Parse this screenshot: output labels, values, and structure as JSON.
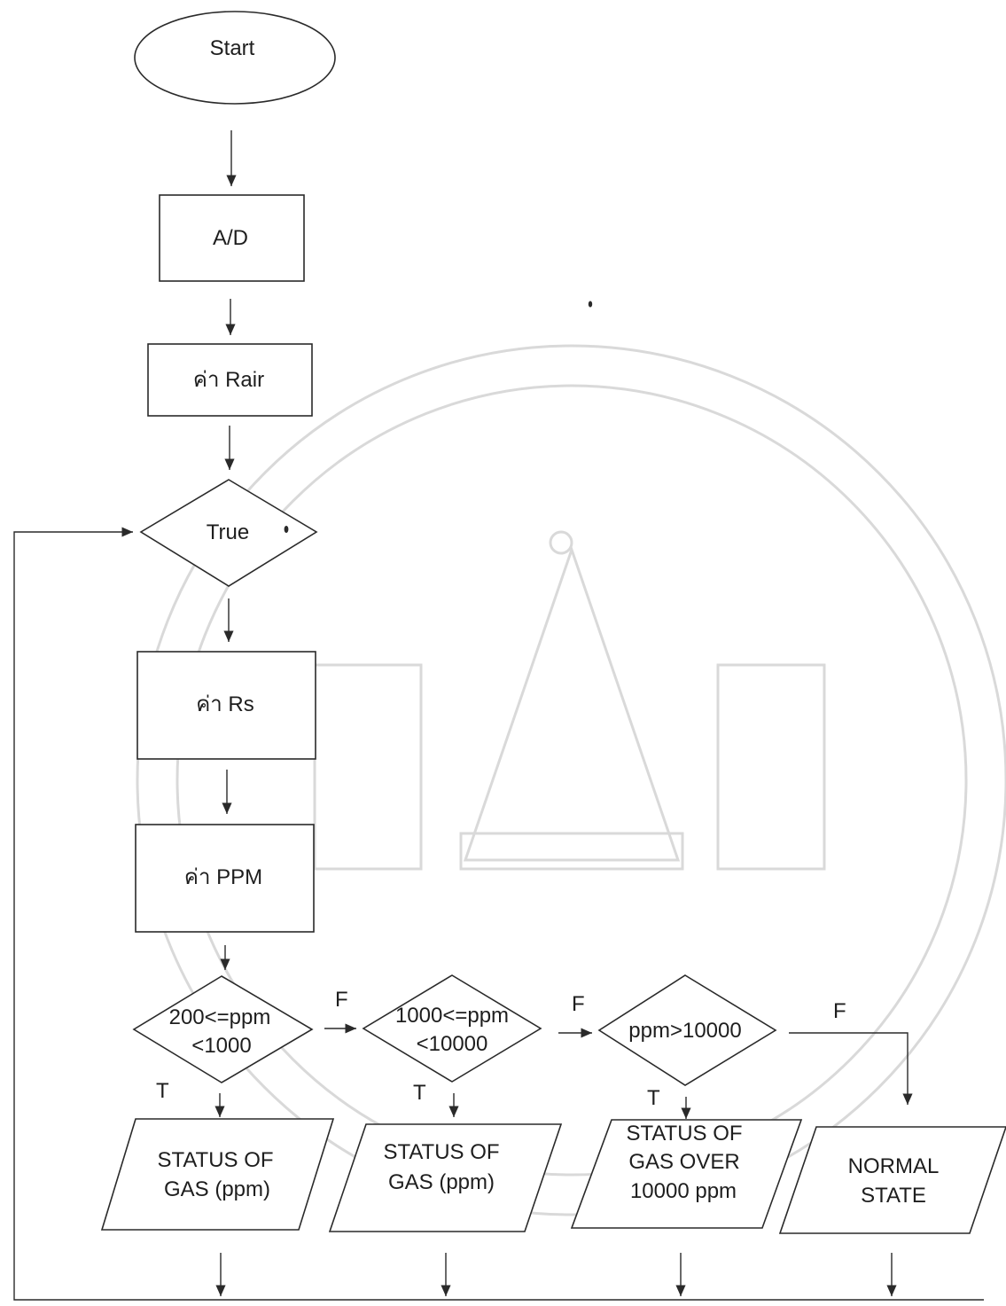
{
  "nodes": {
    "start": "Start",
    "ad": "A/D",
    "rair": "ค่า Rair",
    "loop": "True",
    "rs": "ค่า Rs",
    "ppm": "ค่า PPM",
    "cond1": [
      "200<=ppm",
      "<1000"
    ],
    "cond2": [
      "1000<=ppm",
      "<10000"
    ],
    "cond3": [
      "ppm>10000"
    ],
    "out1": [
      "STATUS OF",
      "GAS (ppm)"
    ],
    "out2": [
      "STATUS OF",
      "GAS (ppm)"
    ],
    "out3": [
      "STATUS OF",
      "GAS OVER",
      "10000 ppm"
    ],
    "out4": [
      "NORMAL",
      "STATE"
    ]
  },
  "branch_labels": {
    "true": "T",
    "false": "F"
  },
  "colors": {
    "stroke": "#2a2a2a",
    "watermark": "#d9d9d9"
  }
}
